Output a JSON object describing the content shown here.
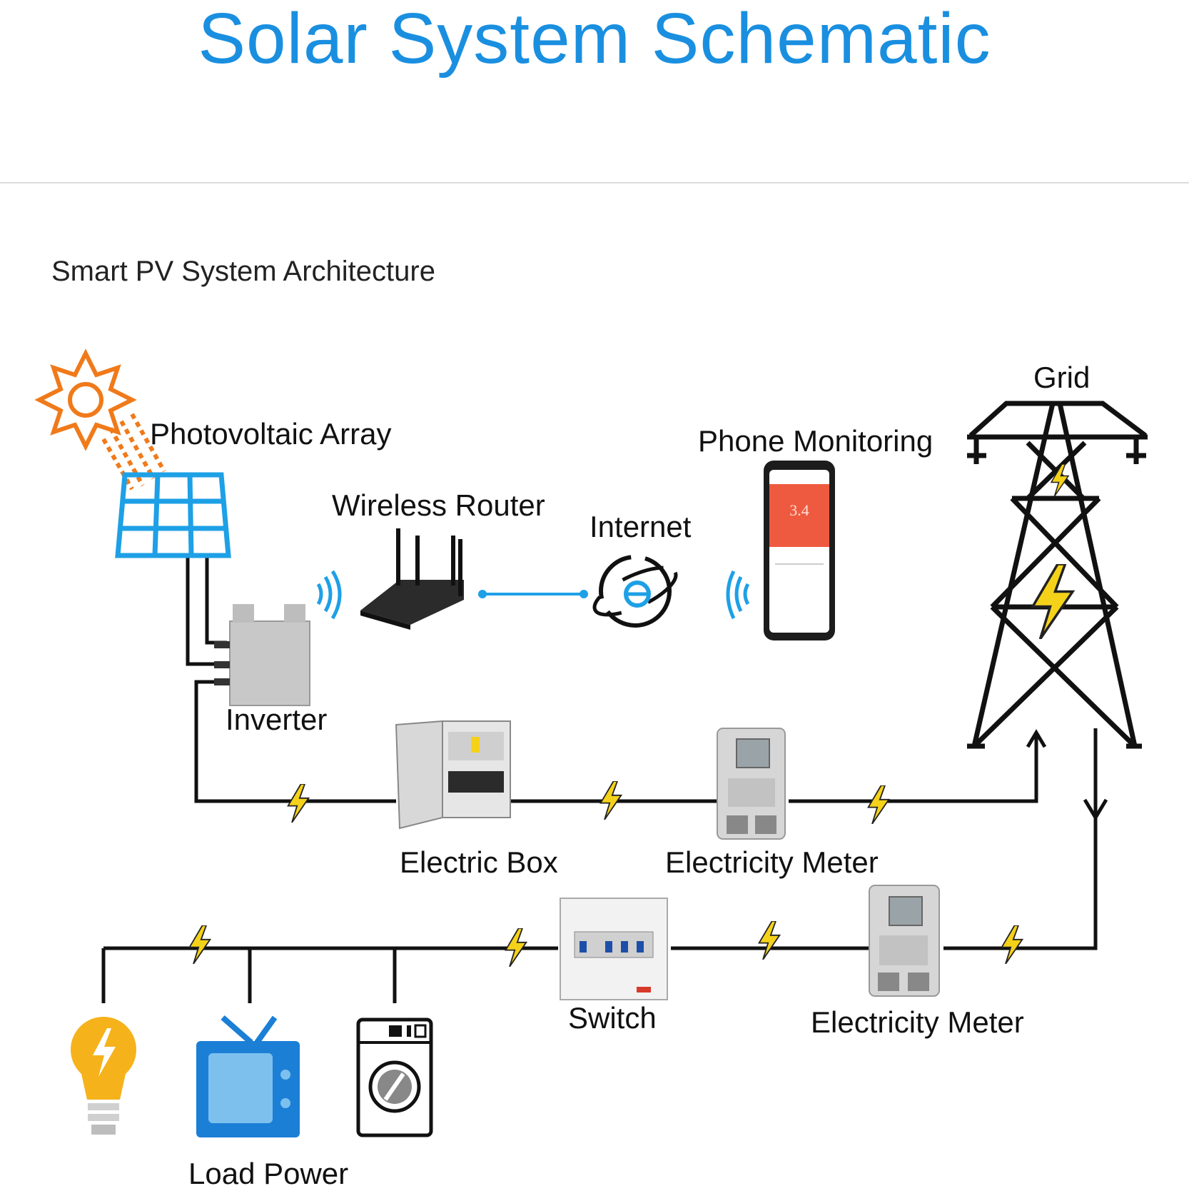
{
  "title": "Solar System Schematic",
  "subtitle": "Smart PV System Architecture",
  "labels": {
    "pv_array": "Photovoltaic Array",
    "router": "Wireless Router",
    "internet": "Internet",
    "phone": "Phone Monitoring",
    "grid": "Grid",
    "inverter": "Inverter",
    "electric_box": "Electric Box",
    "meter_1": "Electricity Meter",
    "switch": "Switch",
    "meter_2": "Electricity Meter",
    "load": "Load Power"
  },
  "phone_screen_value": "3.4",
  "colors": {
    "title": "#1a8fe0",
    "sun": "#f07a1a",
    "panel": "#1ea0e6",
    "bolt": "#f5d21a",
    "phone_screen": "#ee5a40",
    "tv": "#1b7fd6",
    "bulb": "#f5b21a",
    "line": "#111111"
  }
}
